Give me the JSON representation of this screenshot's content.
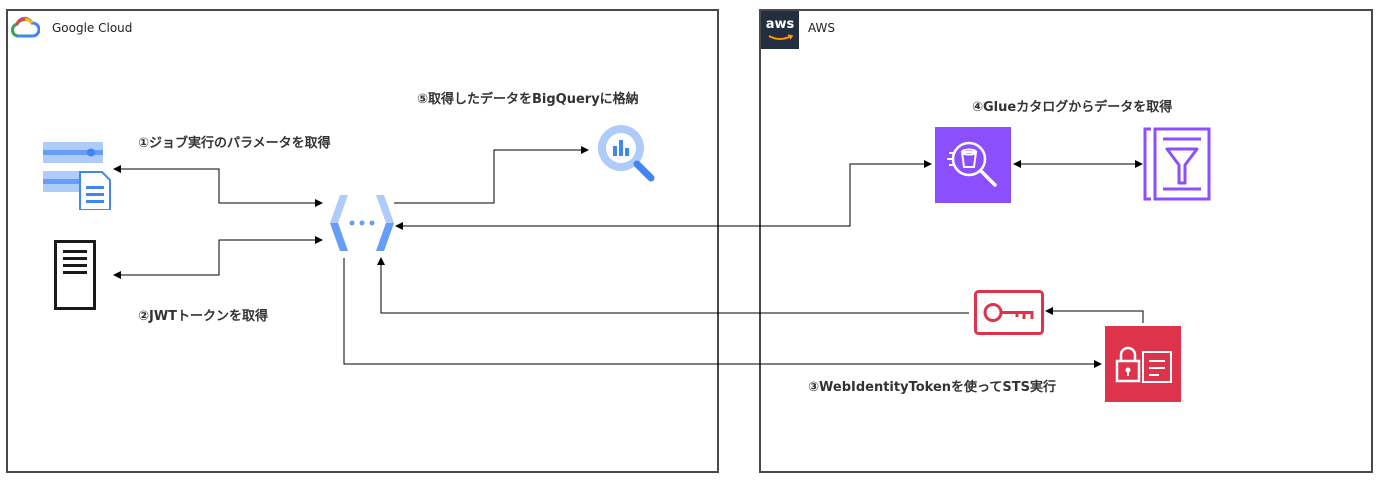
{
  "regions": {
    "gcp": {
      "title": "Google Cloud"
    },
    "aws": {
      "title": "AWS",
      "logo_text": "aws"
    }
  },
  "steps": {
    "step1": "①ジョブ実行のパラメータを取得",
    "step2": "②JWTトークンを取得",
    "step3": "③WebIdentityTokenを使ってSTS実行",
    "step4": "④Glueカタログからデータを取得",
    "step5": "⑤取得したデータをBigQueryに格納"
  },
  "colors": {
    "gcp_blue": "#4285f4",
    "gcp_light_blue": "#aecbfa",
    "aws_purple": "#8c4fff",
    "aws_red": "#dd344c",
    "aws_dark": "#232f3e",
    "border": "#4a4a4a",
    "arrow": "#000000"
  }
}
